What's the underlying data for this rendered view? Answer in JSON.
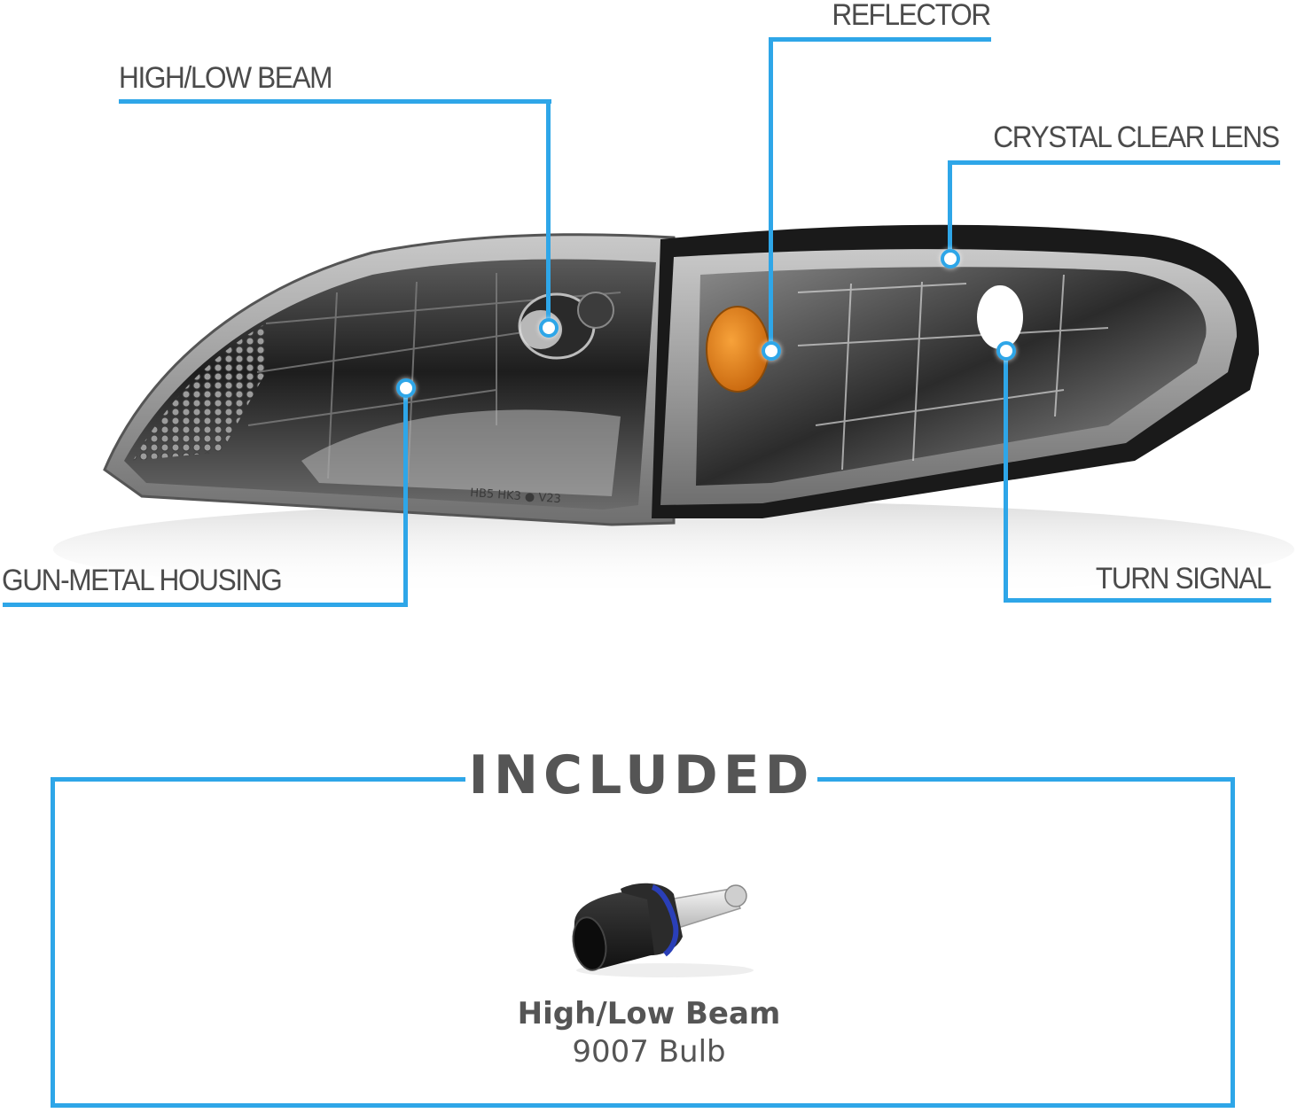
{
  "theme": {
    "accent": "#2ea6e8",
    "text": "#4b4b4b",
    "amber": "#e07a10"
  },
  "callouts": {
    "high_low_beam": {
      "label": "HIGH/LOW BEAM"
    },
    "reflector": {
      "label": "REFLECTOR"
    },
    "crystal_clear_lens": {
      "label": "CRYSTAL CLEAR LENS"
    },
    "gun_metal_housing": {
      "label": "GUN-METAL HOUSING"
    },
    "turn_signal": {
      "label": "TURN SIGNAL"
    }
  },
  "included": {
    "title": "INCLUDED",
    "items": [
      {
        "name": "High/Low Beam",
        "detail": "9007 Bulb",
        "icon": "bulb-9007-icon"
      }
    ]
  },
  "product_markings": [
    "HB5",
    "HK3",
    "V23"
  ]
}
